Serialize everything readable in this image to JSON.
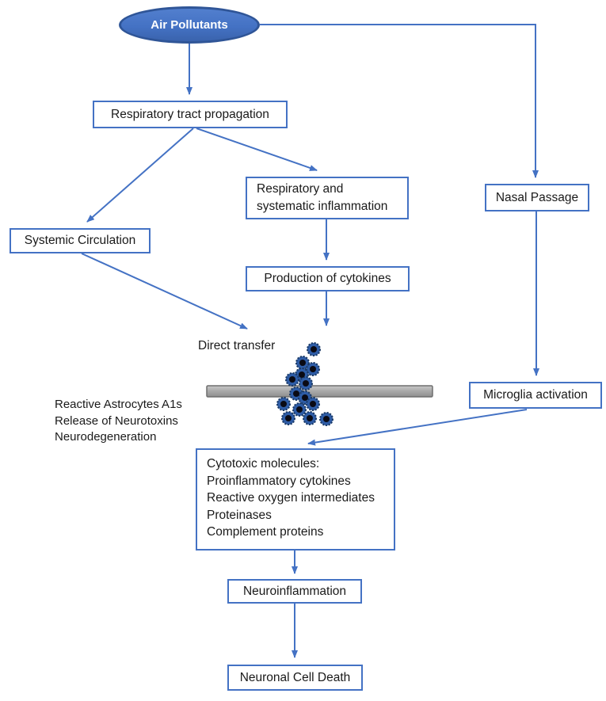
{
  "palette": {
    "accent_blue": "#4472C4",
    "ellipse_fill": "#4472C4",
    "ellipse_border": "#2F5597",
    "box_border": "#4472C4",
    "arrow_color": "#4472C4",
    "text_color": "#1a1a1a",
    "barrier_fill": "#A6A6A6",
    "barrier_border": "#6E6E6E",
    "particle_ring": "#2E5CA6",
    "particle_core": "#0A0A14"
  },
  "nodes": {
    "air_pollutants": {
      "label": "Air Pollutants"
    },
    "respiratory_tract_propagation": {
      "label": "Respiratory tract propagation"
    },
    "systemic_circulation": {
      "label": "Systemic Circulation"
    },
    "respiratory_systematic_inflammation": {
      "label": "Respiratory and systematic inflammation"
    },
    "production_of_cytokines": {
      "label": "Production of cytokines"
    },
    "nasal_passage": {
      "label": "Nasal Passage"
    },
    "microglia_activation": {
      "label": "Microglia activation"
    },
    "cytotoxic_molecules": {
      "lines": [
        "Cytotoxic molecules:",
        "Proinflammatory cytokines",
        "Reactive oxygen intermediates",
        "Proteinases",
        "Complement proteins"
      ]
    },
    "neuroinflammation": {
      "label": "Neuroinflammation"
    },
    "neuronal_cell_death": {
      "label": "Neuronal Cell Death"
    }
  },
  "labels": {
    "direct_transfer": "Direct transfer",
    "astrocyte_lines": [
      "Reactive Astrocytes A1s",
      "Release of Neurotoxins",
      "Neurodegeneration"
    ]
  }
}
